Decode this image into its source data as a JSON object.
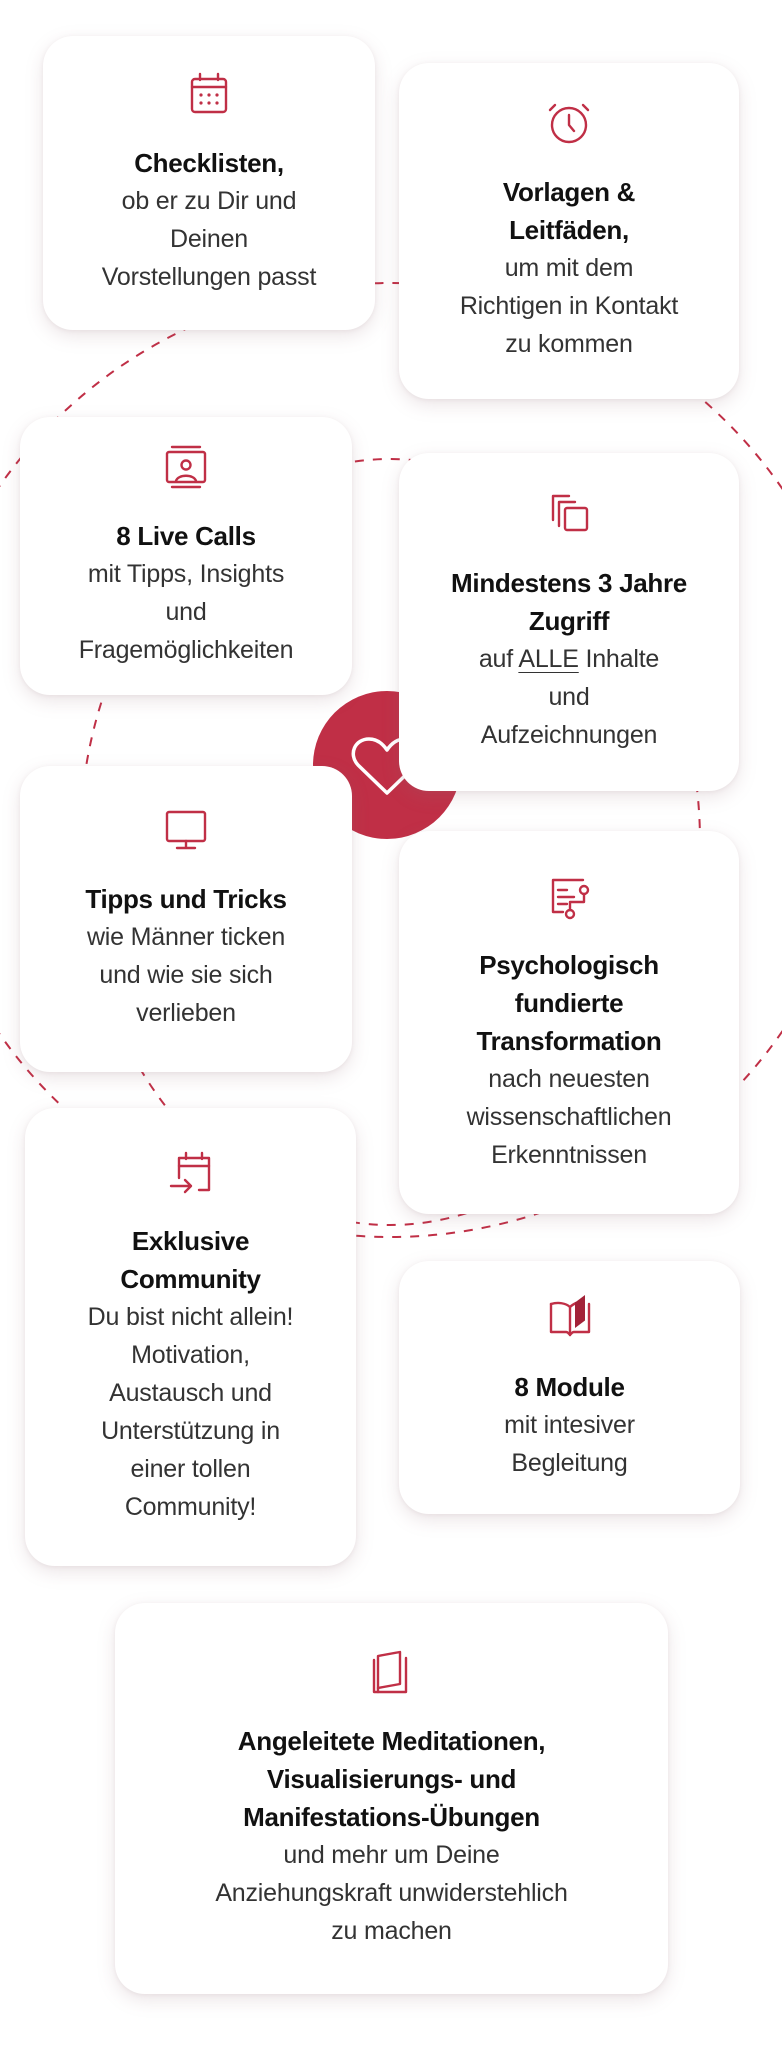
{
  "colors": {
    "accent": "#c02f46",
    "title": "#111111",
    "body": "#333333"
  },
  "center_badge": {
    "icon": "heart-icon"
  },
  "cards": [
    {
      "id": "checklisten",
      "icon": "calendar-icon",
      "title_lines": [
        "Checklisten,"
      ],
      "body_lines": [
        "ob er zu Dir und",
        "Deinen",
        "Vorstellungen passt"
      ]
    },
    {
      "id": "vorlagen",
      "icon": "alarm-clock-icon",
      "title_lines": [
        "Vorlagen &",
        "Leitfäden,"
      ],
      "body_lines": [
        "um mit dem",
        "Richtigen in Kontakt",
        "zu kommen"
      ]
    },
    {
      "id": "live-calls",
      "icon": "video-call-icon",
      "title_lines": [
        "8 Live Calls"
      ],
      "body_lines": [
        "mit Tipps, Insights",
        "und",
        "Fragemöglichkeiten"
      ]
    },
    {
      "id": "zugriff",
      "icon": "copy-icon",
      "title_lines": [
        "Mindestens 3 Jahre",
        "Zugriff"
      ],
      "body_lines": [
        {
          "pre": "auf ",
          "u": "ALLE",
          "post": " Inhalte"
        },
        "und",
        "Aufzeichnungen"
      ]
    },
    {
      "id": "tipps",
      "icon": "monitor-icon",
      "title_lines": [
        "Tipps und Tricks"
      ],
      "body_lines": [
        "wie Männer ticken",
        "und wie sie sich",
        "verlieben"
      ]
    },
    {
      "id": "psychologisch",
      "icon": "document-flow-icon",
      "title_lines": [
        "Psychologisch",
        "fundierte",
        "Transformation"
      ],
      "body_lines": [
        "nach neuesten",
        "wissenschaftlichen",
        "Erkenntnissen"
      ]
    },
    {
      "id": "community",
      "icon": "calendar-import-icon",
      "title_lines": [
        "Exklusive",
        "Community"
      ],
      "body_lines": [
        "Du bist nicht allein!",
        "Motivation,",
        "Austausch und",
        "Unterstützung in",
        "einer tollen",
        "Community!"
      ]
    },
    {
      "id": "module",
      "icon": "open-book-icon",
      "title_lines": [
        "8 Module"
      ],
      "body_lines": [
        "mit intesiver",
        "Begleitung"
      ]
    },
    {
      "id": "meditationen",
      "icon": "book-icon",
      "title_lines": [
        "Angeleitete Meditationen,",
        "Visualisierungs- und",
        "Manifestations-Übungen"
      ],
      "body_lines": [
        "und mehr um Deine",
        "Anziehungskraft unwiderstehlich",
        "zu machen"
      ]
    }
  ]
}
